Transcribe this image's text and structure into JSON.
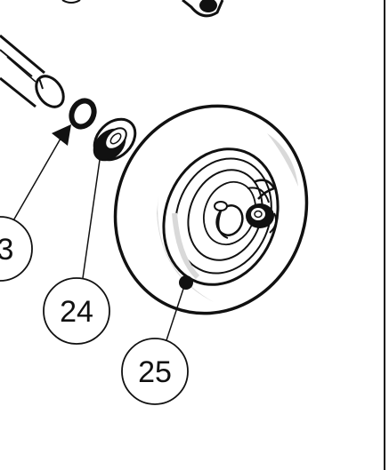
{
  "diagram": {
    "callouts": [
      {
        "id": "callout-23",
        "label": "3"
      },
      {
        "id": "callout-24",
        "label": "24"
      },
      {
        "id": "callout-25",
        "label": "25"
      }
    ],
    "colors": {
      "line": "#111111",
      "shade": "#d9d9d9",
      "background": "#ffffff"
    }
  }
}
